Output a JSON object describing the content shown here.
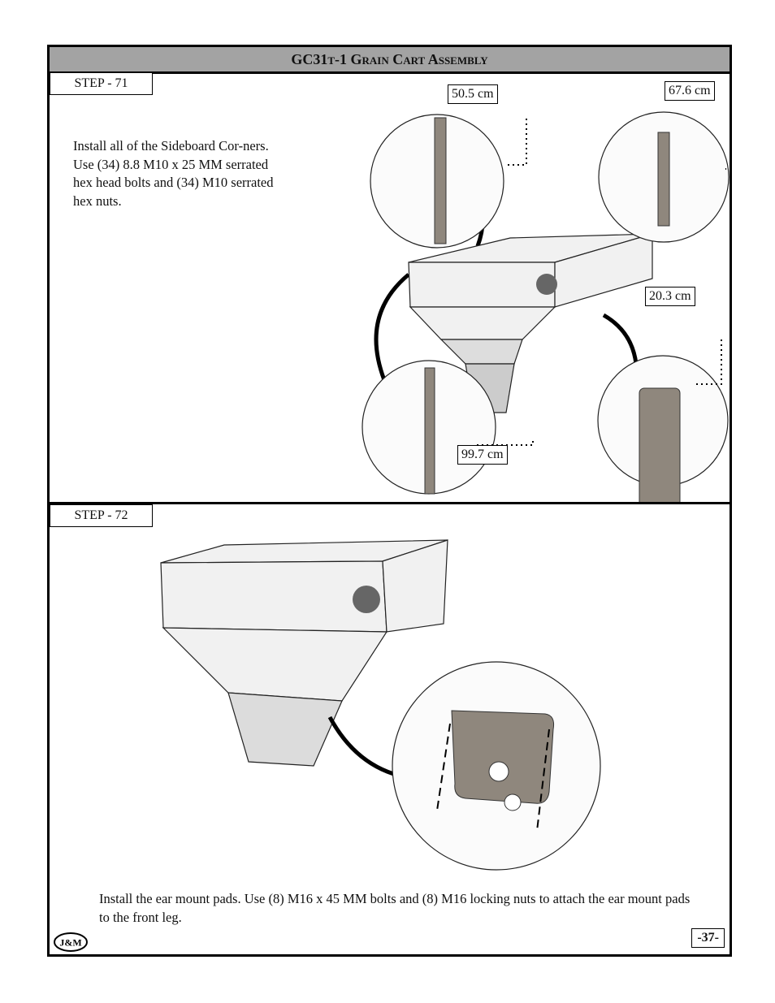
{
  "header": {
    "title": "GC31t-1 Grain Cart Assembly"
  },
  "step71": {
    "label": "STEP - 71",
    "instructions": "Install all of the Sideboard Cor-ners. Use (34) 8.8 M10 x 25 MM serrated hex head bolts and (34) M10 serrated hex nuts.",
    "measurements": [
      "50.5 cm",
      "67.6 cm",
      "20.3 cm",
      "99.7 cm"
    ]
  },
  "step72": {
    "label": "STEP - 72",
    "instructions": "Install the ear mount pads. Use (8) M16 x 45 MM bolts and (8) M16 locking nuts to attach the ear mount pads to the front leg."
  },
  "footer": {
    "page_number": "-37-",
    "logo_text": "J&M"
  },
  "colors": {
    "title_bar": "#a3a3a3",
    "part_gray": "#8f877d",
    "line": "#000000"
  }
}
